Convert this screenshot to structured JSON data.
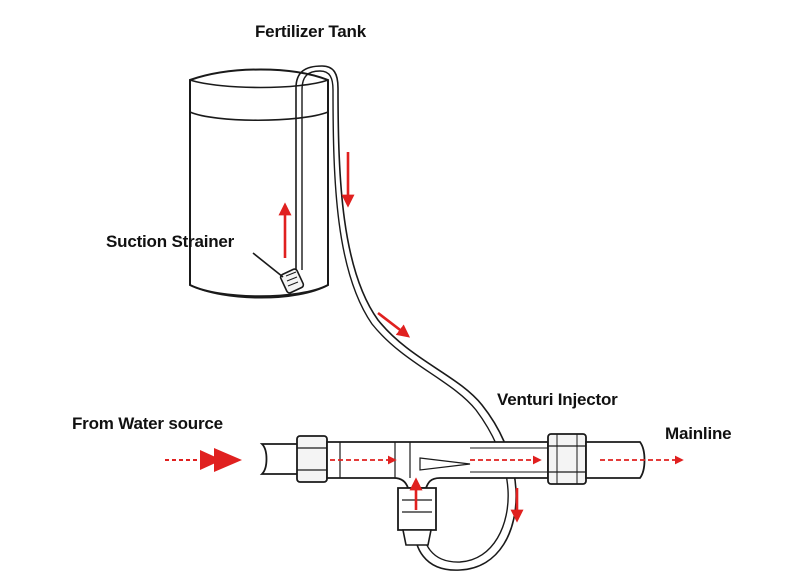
{
  "labels": {
    "fertilizer_tank": "Fertilizer Tank",
    "suction_strainer": "Suction Strainer",
    "venturi_injector": "Venturi Injector",
    "from_water_source": "From Water source",
    "mainline": "Mainline"
  },
  "colors": {
    "line": "#1a1a1a",
    "flow_arrow": "#e0201f",
    "fill_light": "#f4f4f4",
    "background": "#ffffff"
  }
}
